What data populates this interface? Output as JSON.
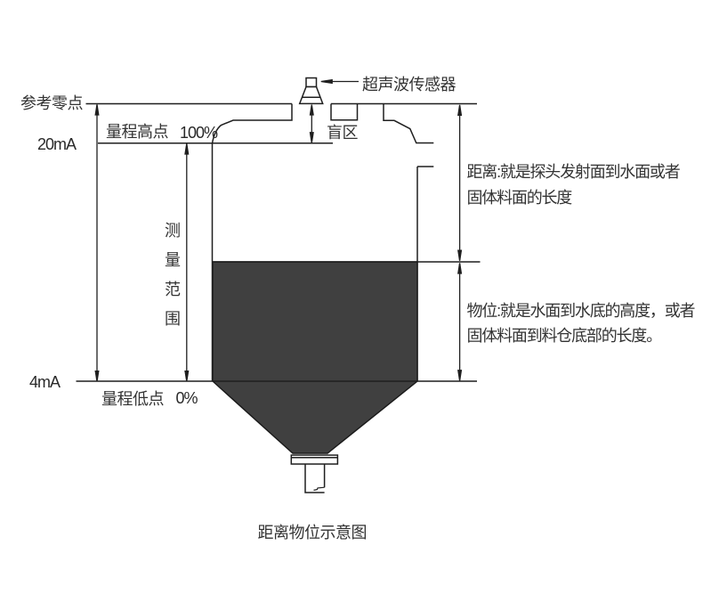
{
  "page": {
    "caption": "距离物位示意图"
  },
  "colors": {
    "line": "#1f1f1f",
    "text": "#333333",
    "material_fill": "#404040",
    "background": "#ffffff"
  },
  "labels": {
    "reference_zero": "参考零点",
    "output_high": "20mA",
    "range_high": "量程高点",
    "range_high_percent": "100%",
    "blind_zone": "盲区",
    "sensor": "超声波传感器",
    "measuring_range_vertical": "测量范围",
    "output_low": "4mA",
    "range_low": "量程低点",
    "range_low_percent": "0%"
  },
  "notes": {
    "distance_line1": "距离:就是探头发射面到水面或者",
    "distance_line2": "固体料面的长度",
    "level_line1": "物位:就是水面到水底的高度，或者",
    "level_line2": "固体料面到料仓底部的长度。"
  }
}
